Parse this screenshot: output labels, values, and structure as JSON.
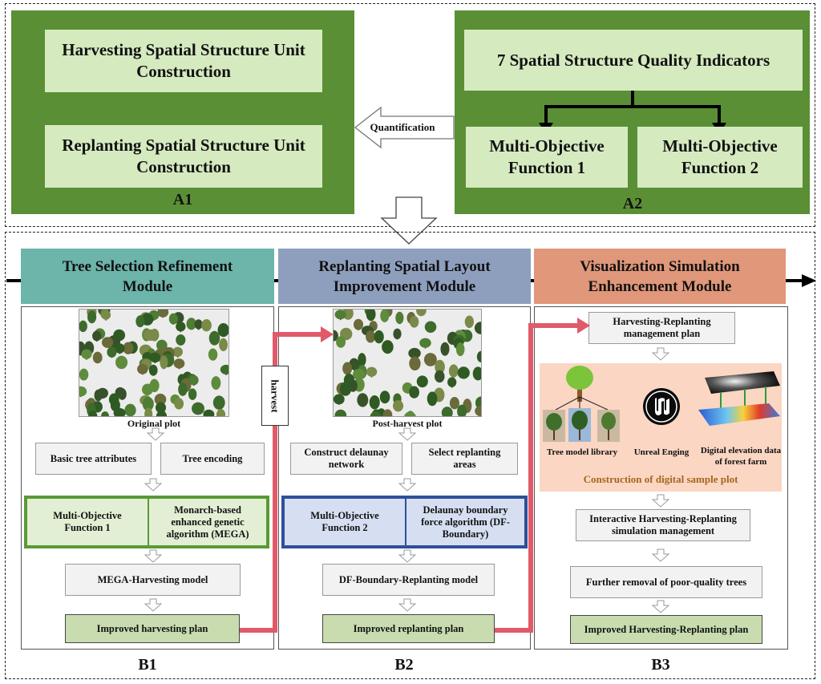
{
  "top": {
    "a1": {
      "box1": "Harvesting  Spatial Structure Unit Construction",
      "box2": "Replanting  Spatial Structure Unit Construction",
      "label": "A1"
    },
    "arrow_label": "Quantification",
    "a2": {
      "indicators": "7 Spatial Structure Quality Indicators",
      "func1": "Multi-Objective Function 1",
      "func2": "Multi-Objective Function 2",
      "label": "A2"
    }
  },
  "modules": {
    "b1": {
      "header": "Tree Selection Refinement Module",
      "plot_caption": "Original plot",
      "box_left": "Basic tree attributes",
      "box_right": "Tree encoding",
      "obj_left": "Multi-Objective Function 1",
      "obj_right": "Monarch-based enhanced genetic algorithm (MEGA)",
      "model": "MEGA-Harvesting model",
      "plan": "Improved harvesting plan",
      "label": "B1"
    },
    "harvest_label": "harvest",
    "b2": {
      "header": "Replanting Spatial Layout Improvement Module",
      "plot_caption": "Post-harvest plot",
      "box_left": "Construct delaunay network",
      "box_right": "Select replanting areas",
      "obj_left": "Multi-Objective Function 2",
      "obj_right": "Delaunay boundary force algorithm (DF-Boundary)",
      "model": "DF-Boundary-Replanting model",
      "plan": "Improved replanting plan",
      "label": "B2"
    },
    "b3": {
      "header": "Visualization Simulation Enhancement Module",
      "mgmt": "Harvesting-Replanting management plan",
      "tree_lib": "Tree model library",
      "unreal": "Unreal Enging",
      "dem": "Digital elevation data of forest farm",
      "digital_plot": "Construction of digital sample plot",
      "interactive": "Interactive Harvesting-Replanting simulation management",
      "removal": "Further removal of poor-quality trees",
      "plan": "Improved Harvesting-Replanting plan",
      "label": "B3"
    }
  },
  "colors": {
    "a_panel": "#5a8f36",
    "a_box": "#d6eac0",
    "b1_header": "#6db4aa",
    "b2_header": "#8e9fbe",
    "b3_header": "#e0977a",
    "b1_border": "#5a9a35",
    "b2_border": "#2e4f9a",
    "flow_line": "#e05a6a",
    "digital_bg": "#fbd6c3",
    "digital_text": "#a5651e"
  },
  "icons": [
    "hollow-down-arrow-icon",
    "hollow-left-arrow-icon",
    "unreal-logo-icon",
    "tree-icon"
  ]
}
